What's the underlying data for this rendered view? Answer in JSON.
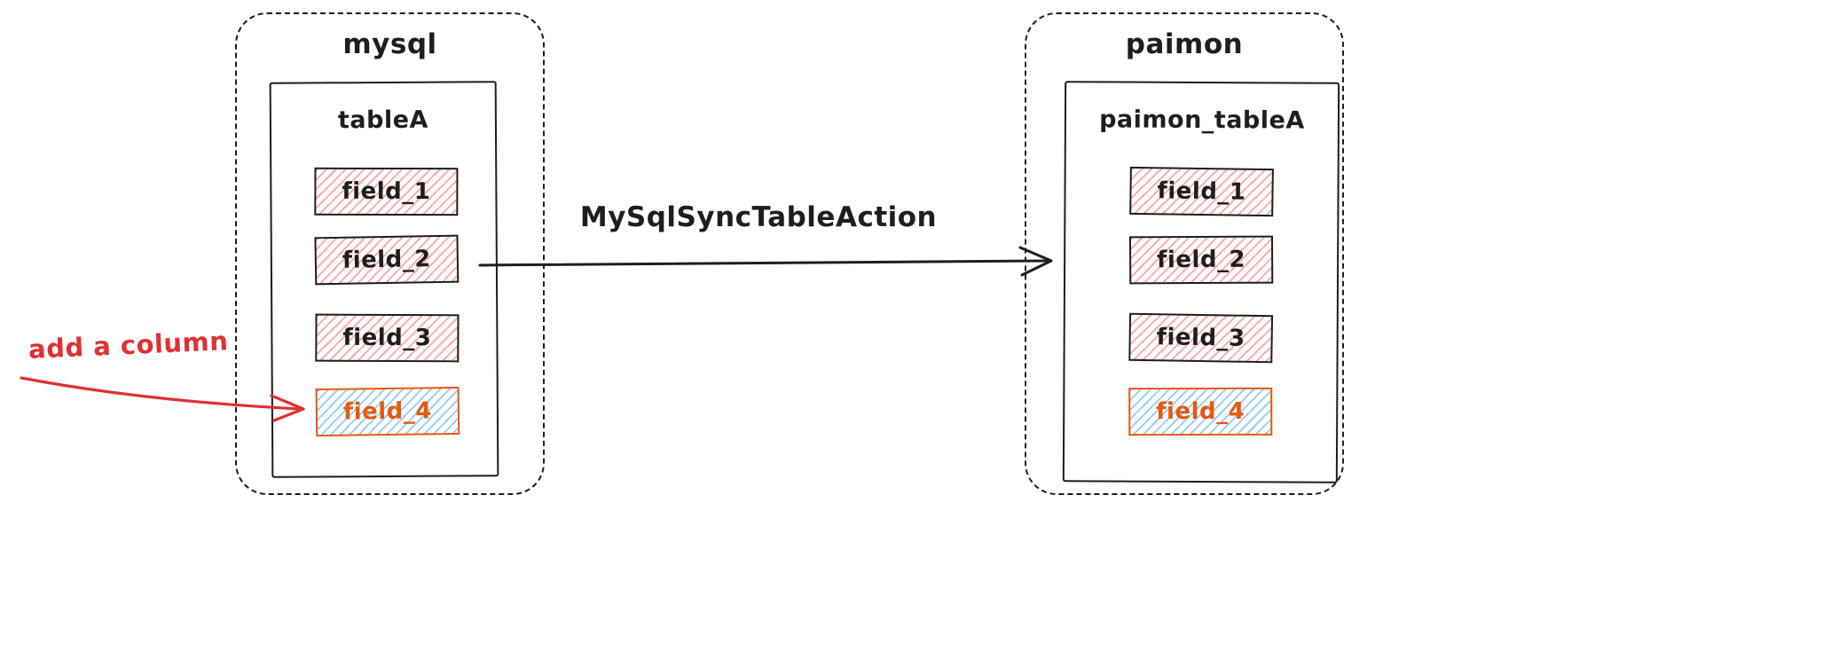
{
  "diagram": {
    "left_container": {
      "title": "mysql",
      "table": {
        "title": "tableA",
        "fields": [
          {
            "label": "field_1",
            "variant": "red"
          },
          {
            "label": "field_2",
            "variant": "red"
          },
          {
            "label": "field_3",
            "variant": "red"
          },
          {
            "label": "field_4",
            "variant": "highlight"
          }
        ]
      }
    },
    "right_container": {
      "title": "paimon",
      "table": {
        "title": "paimon_tableA",
        "fields": [
          {
            "label": "field_1",
            "variant": "red"
          },
          {
            "label": "field_2",
            "variant": "red"
          },
          {
            "label": "field_3",
            "variant": "red"
          },
          {
            "label": "field_4",
            "variant": "highlight"
          }
        ]
      }
    },
    "sync_arrow": {
      "label": "MySqlSyncTableAction"
    },
    "annotation": {
      "text": "add a column"
    },
    "colors": {
      "stroke": "#1e1e1e",
      "field_hatch_red": "#ff8787",
      "field_hatch_blue": "#74c0fc",
      "highlight_stroke": "#e8590c",
      "annotation_red": "#e03131",
      "background": "#ffffff"
    }
  }
}
